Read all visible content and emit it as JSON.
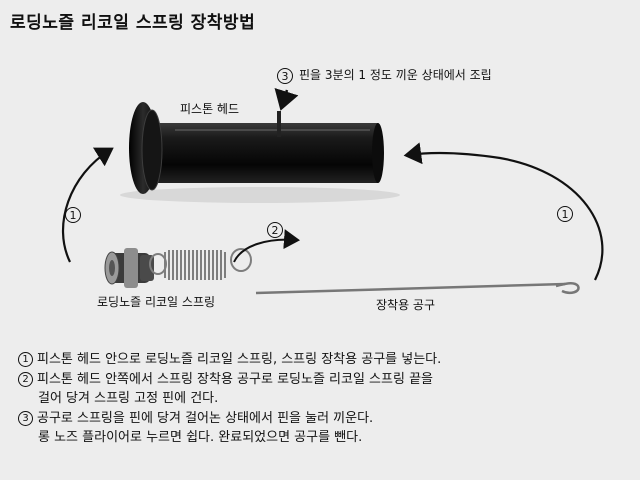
{
  "title": "로딩노즐 리코일 스프링 장착방법",
  "labels": {
    "piston_head": "피스톤 헤드",
    "step3_hint": "핀을 3분의 1 정도 끼운 상태에서 조립",
    "spring": "로딩노즐 리코일 스프링",
    "tool": "장착용 공구"
  },
  "step_numbers": {
    "one": "1",
    "two": "2",
    "three": "3"
  },
  "instructions": [
    {
      "num": "1",
      "lines": [
        "피스톤 헤드 안으로 로딩노즐 리코일 스프링, 스프링 장착용 공구를 넣는다."
      ]
    },
    {
      "num": "2",
      "lines": [
        "피스톤 헤드 안쪽에서 스프링 장착용 공구로 로딩노즐 리코일 스프링 끝을",
        "걸어 당겨 스프링 고정 핀에 건다."
      ]
    },
    {
      "num": "3",
      "lines": [
        "공구로 스프링을 핀에 당겨 걸어논 상태에서 핀을 눌러 끼운다.",
        "롱 노즈 플라이어로 누르면 쉽다. 완료되었으면 공구를 뺀다."
      ]
    }
  ],
  "colors": {
    "background": "#ededed",
    "part_black": "#111111",
    "spring_metal": "#8a8a8a"
  }
}
